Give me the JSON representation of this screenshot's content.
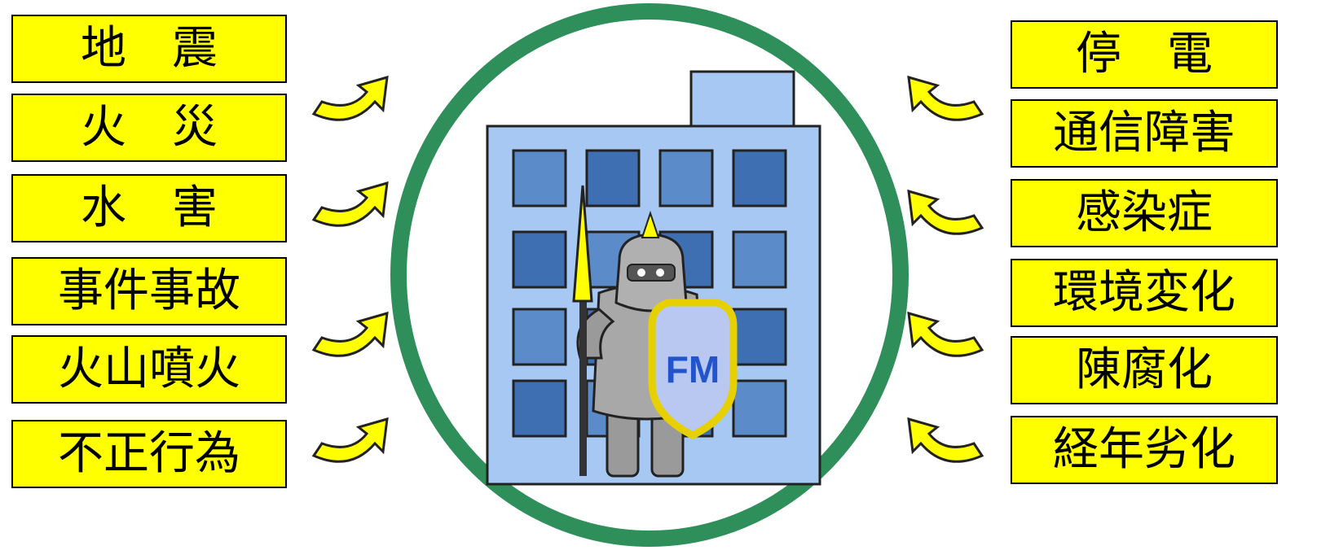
{
  "colors": {
    "label_fill": "#ffff00",
    "label_border": "#000000",
    "ring": "#2f8f5b",
    "building": "#a6c8f2",
    "arrow": "#ffff00",
    "shield_text": "#2255cc"
  },
  "left_threats": [
    {
      "label": "地　震"
    },
    {
      "label": "火　災"
    },
    {
      "label": "水　害"
    },
    {
      "label": "事件事故"
    },
    {
      "label": "火山噴火"
    },
    {
      "label": "不正行為"
    }
  ],
  "right_threats": [
    {
      "label": "停　電"
    },
    {
      "label": "通信障害"
    },
    {
      "label": "感染症"
    },
    {
      "label": "環境変化"
    },
    {
      "label": "陳腐化"
    },
    {
      "label": "経年劣化"
    }
  ],
  "center": {
    "shield_text": "FM",
    "icons": [
      "building-icon",
      "knight-icon",
      "spear-icon",
      "shield-icon"
    ]
  }
}
